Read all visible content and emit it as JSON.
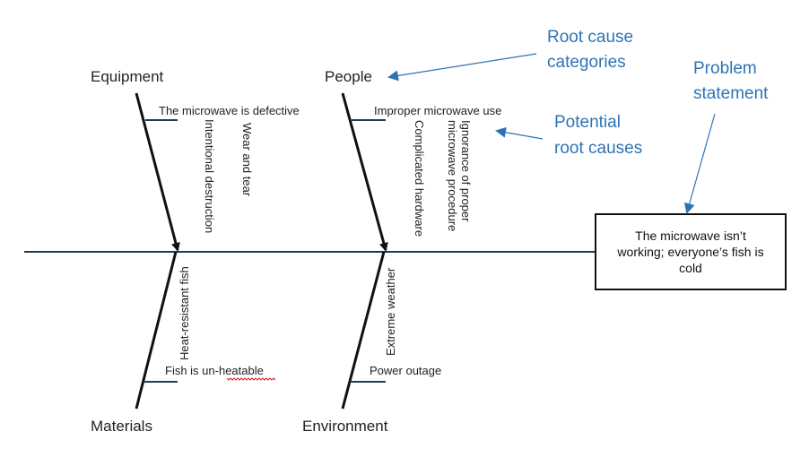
{
  "categories": {
    "equipment": "Equipment",
    "people": "People",
    "materials": "Materials",
    "environment": "Environment"
  },
  "causes": {
    "microwave_defective": "The microwave is defective",
    "intentional_destruction": "Intentional destruction",
    "wear_and_tear": "Wear and tear",
    "improper_use": "Improper microwave use",
    "complicated_hardware": "Complicated hardware",
    "ignorance_line1": "Ignorance of proper",
    "ignorance_line2": "microwave procedure",
    "heat_resistant_fish": "Heat-resistant fish",
    "fish_unheatable_prefix": "Fish is un-",
    "fish_unheatable_suffix": "heatable",
    "extreme_weather": "Extreme weather",
    "power_outage": "Power outage"
  },
  "problem": {
    "line1": "The microwave isn’t",
    "line2": "working; everyone’s fish is",
    "line3": "cold"
  },
  "annotations": {
    "root_cause_categories": [
      "Root cause",
      "categories"
    ],
    "potential_root_causes": [
      "Potential",
      "root causes"
    ],
    "problem_statement": [
      "Problem",
      "statement"
    ]
  },
  "colors": {
    "spine": "#1f3b57",
    "bone": "#111111",
    "annotation": "#2e74b5",
    "spellcheck": "#e02020"
  }
}
